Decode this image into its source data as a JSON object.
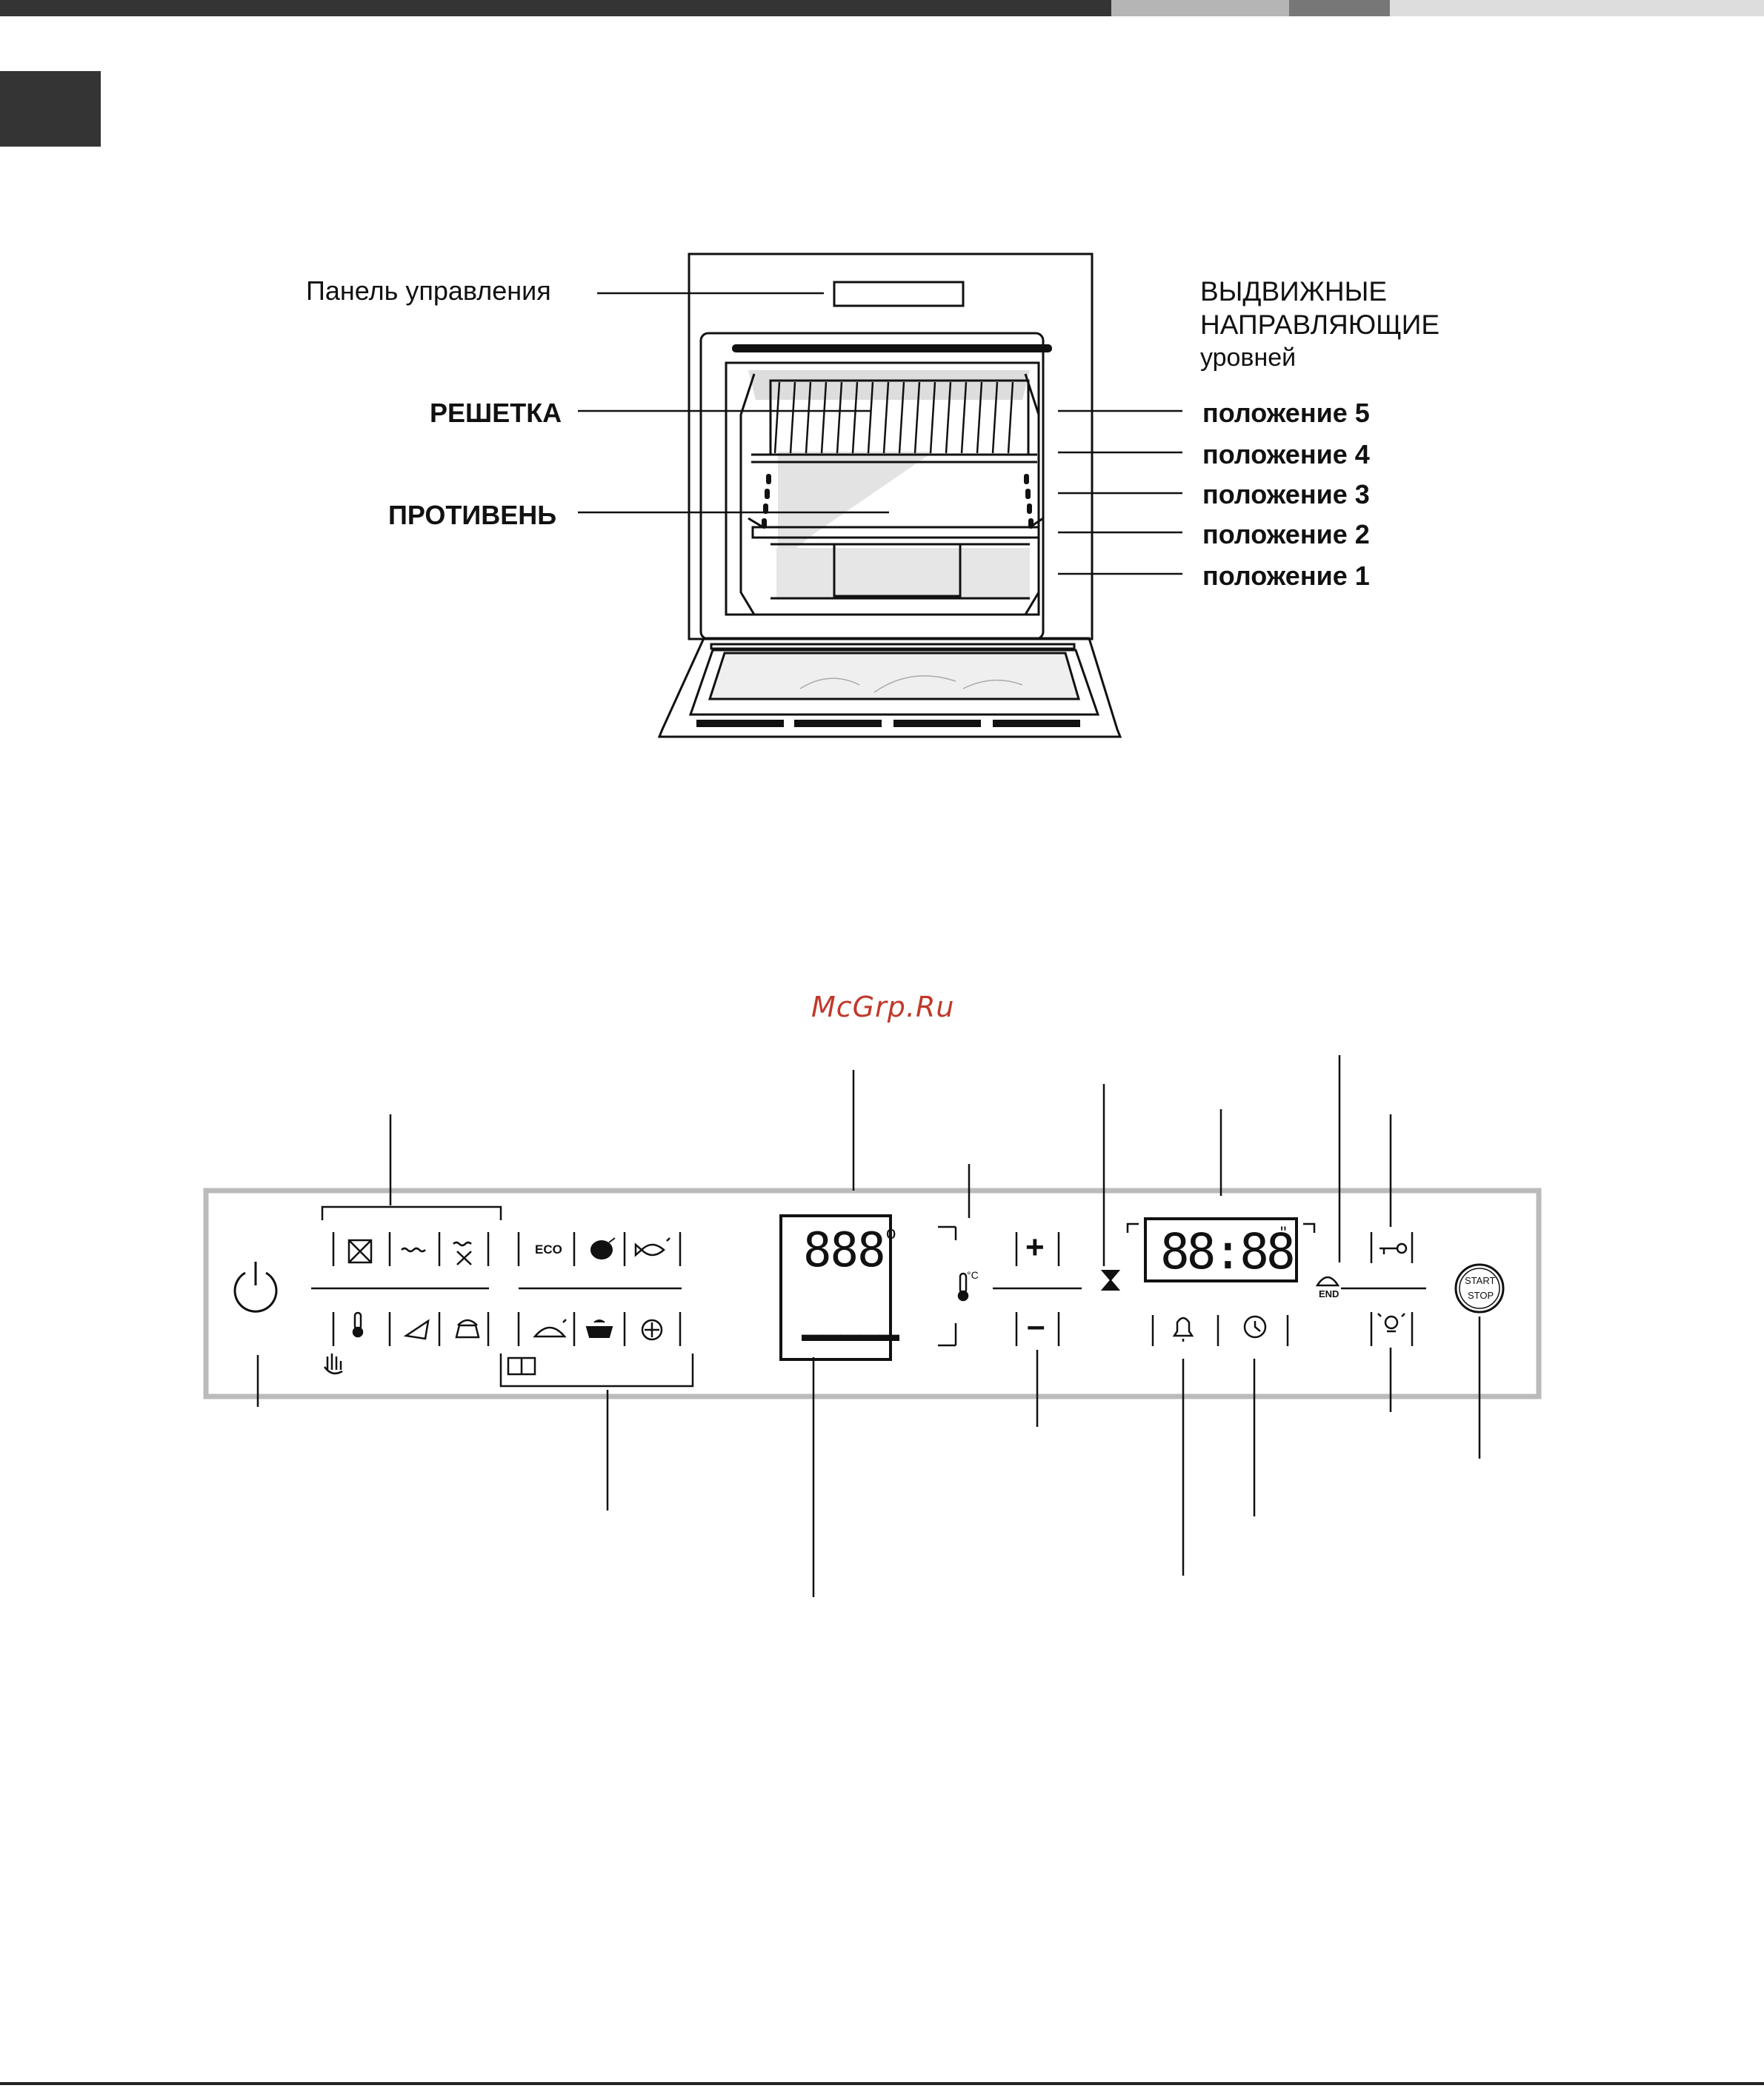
{
  "header": {
    "bar_colors": [
      "#343434",
      "#b5b5b5",
      "#777777",
      "#dddddd"
    ]
  },
  "oven_diagram": {
    "left_labels": {
      "control_panel": "Панель управления",
      "rack": "РЕШЕТКА",
      "tray": "ПРОТИВЕНЬ"
    },
    "right_labels": {
      "title_line1": "ВЫДВИЖНЫЕ",
      "title_line2": "НАПРАВЛЯЮЩИЕ",
      "subtitle": "уровней",
      "positions": [
        "положение 5",
        "положение 4",
        "положение 3",
        "положение 2",
        "положение 1"
      ]
    }
  },
  "watermark": "McGrp.Ru",
  "control_panel": {
    "display_left": {
      "digits": "888",
      "degree": "o",
      "bar": "▬▬▬▬▬"
    },
    "display_right": {
      "time": "88:88",
      "marks": "\""
    },
    "eco_label": "ECO",
    "temp_unit": "°C",
    "end_label": "END",
    "plus": "+",
    "minus": "–",
    "start_line1": "START",
    "start_line2": "STOP"
  }
}
